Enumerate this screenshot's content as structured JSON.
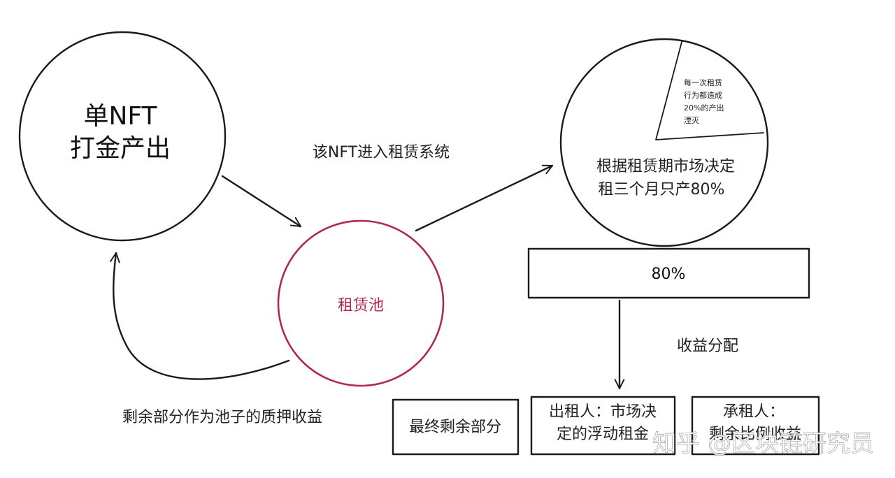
{
  "single_nft": {
    "line1": "单NFT",
    "line2": "打金产出"
  },
  "enter_label": "该NFT进入租赁系统",
  "pool_label": "租赁池",
  "remainder_label": "剩余部分作为池子的质押收益",
  "market_circle": {
    "wedge_lines": [
      "每一次租赁",
      "行为都造成",
      "20%的产出",
      "湮灭"
    ],
    "line1": "根据租赁期市场决定",
    "line2": "租三个月只产80%"
  },
  "box_80": "80%",
  "distribution_label": "收益分配",
  "outputs": {
    "final_remainder": "最终剩余部分",
    "lessor": [
      "出租人：市场决",
      "定的浮动租金"
    ],
    "lessee": [
      "承租人：",
      "剩余比例收益"
    ]
  },
  "watermark": "知乎 @区块链研究员",
  "colors": {
    "pool_stroke": "#b0284e",
    "pool_text": "#b0284e"
  }
}
